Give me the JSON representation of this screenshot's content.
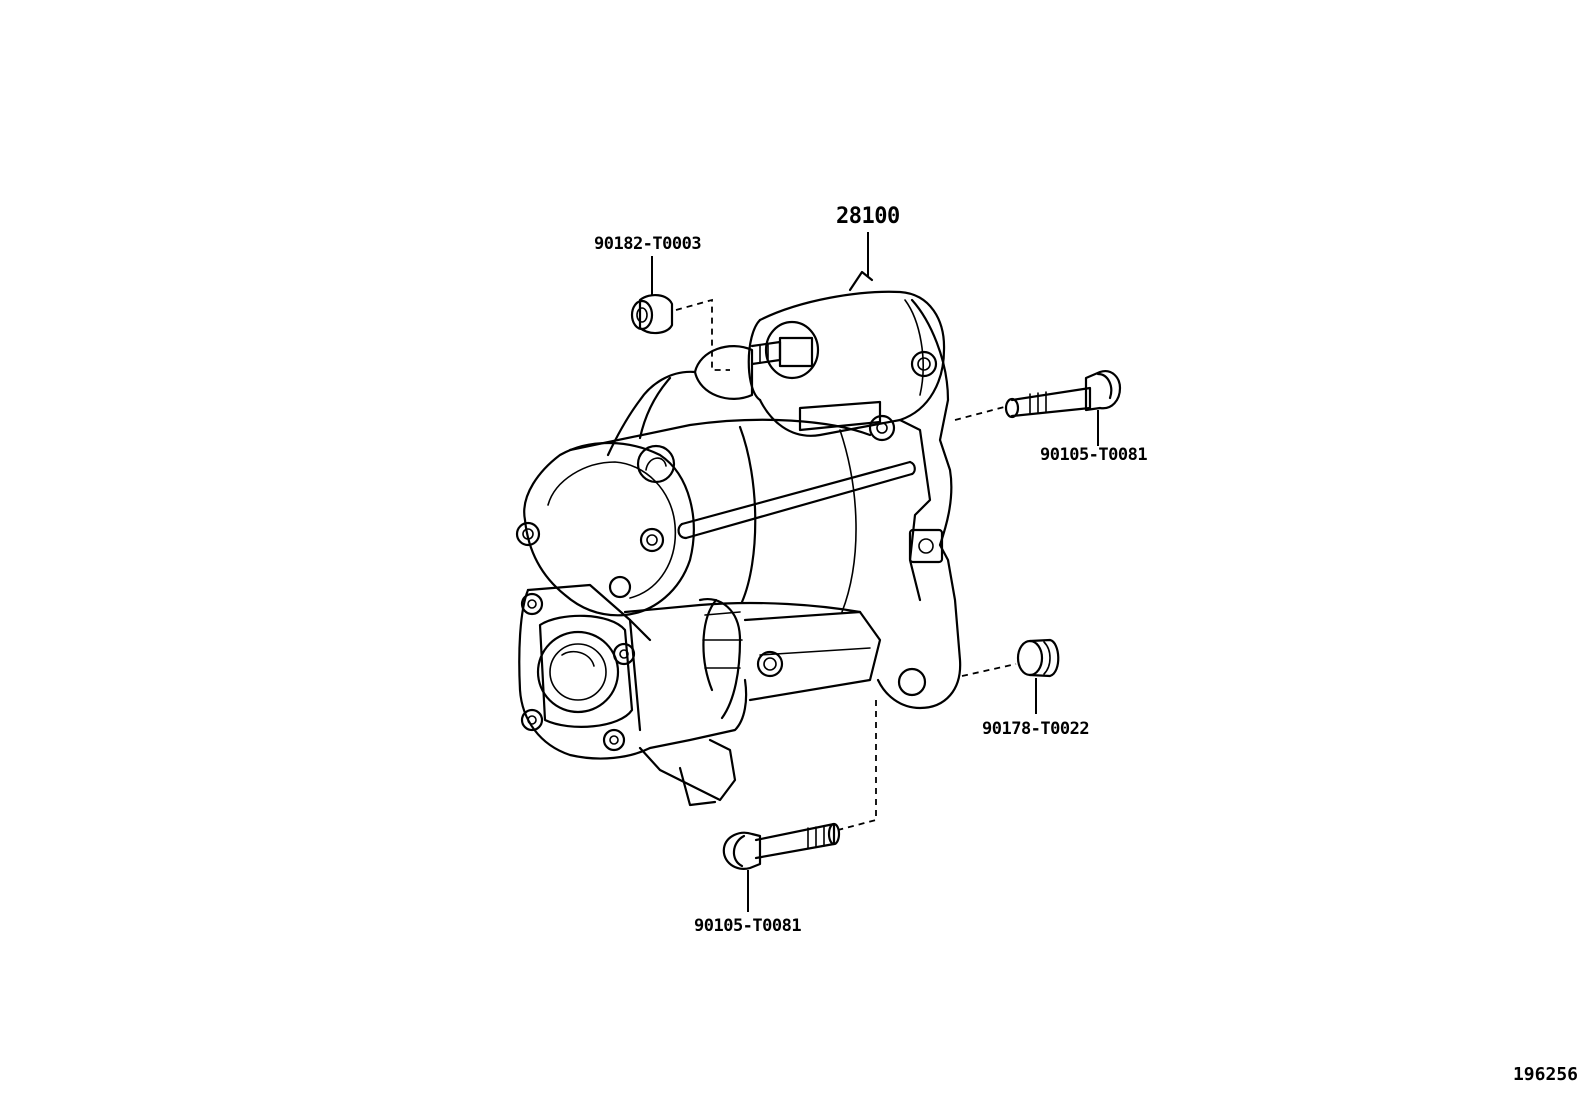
{
  "parts": {
    "starter": "28100",
    "terminal_nut": "90182-T0003",
    "bolt_upper": "90105-T0081",
    "nut_lower": "90178-T0022",
    "bolt_lower": "90105-T0081"
  },
  "figure_number": "196256"
}
